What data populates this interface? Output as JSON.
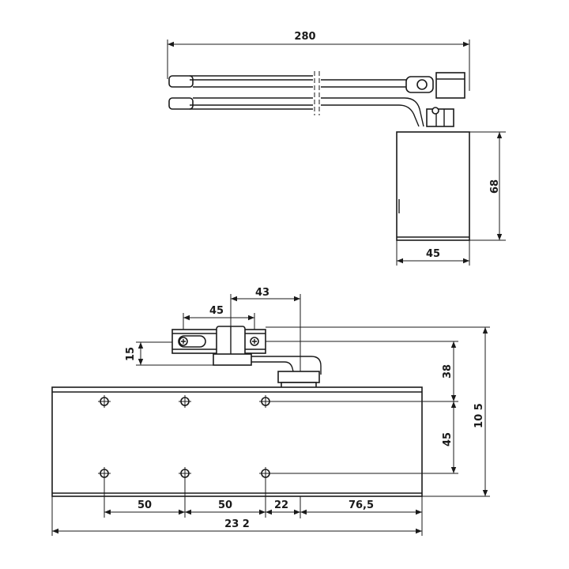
{
  "figure": {
    "top_view": {
      "arm_length": "280",
      "body_height": "68",
      "body_depth": "45"
    },
    "front_view": {
      "bracket_offset": "43",
      "bracket_width": "45",
      "bracket_height": "15",
      "arm_to_holes": "38",
      "hole_spacing_vertical": "45",
      "overall_height": "10 5",
      "hole_spacing_1": "50",
      "hole_spacing_2": "50",
      "axis_offset": "22",
      "right_offset": "76,5",
      "overall_length": "23 2"
    }
  },
  "colors": {
    "line": "#1a1a1a",
    "background": "#ffffff"
  }
}
